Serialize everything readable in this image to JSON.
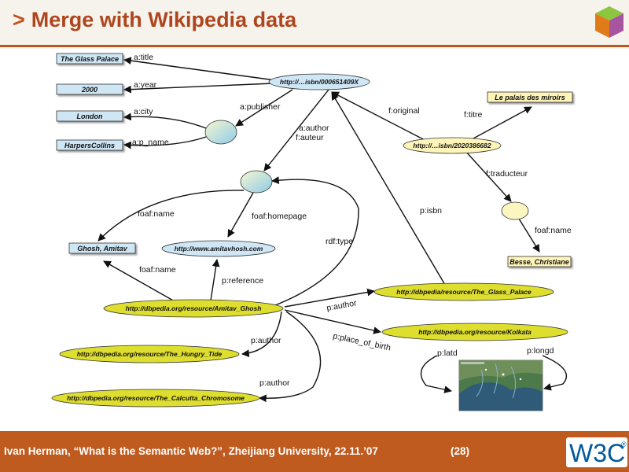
{
  "header": {
    "chevron": ">",
    "title": "Merge with Wikipedia data"
  },
  "footer": {
    "credit": "Ivan Herman, “What is the Semantic Web?”, Zheijiang University,  22.11.’07",
    "page": "(28)",
    "logo": "W3C",
    "logo_mark": "®"
  },
  "colors": {
    "accent": "#c05b1f",
    "literal_blue": "#cfe6f5",
    "literal_yellow": "#fff5b8",
    "resource_green": "#dede2e",
    "bnode": "#cfe8f4"
  },
  "nodes": {
    "glass_palace": "The Glass Palace",
    "year": "2000",
    "london": "London",
    "harpers": "HarpersCollins",
    "isbn_en": "http://…isbn/000651409X",
    "palais": "Le palais des miroirs",
    "isbn_fr": "http://…isbn/2020386682",
    "ghosh": "Ghosh, Amitav",
    "homepage": "http://www.amitavhosh.com",
    "besse": "Besse, Christiane",
    "db_ghosh": "http://dbpedia.org/resource/Amitav_Ghosh",
    "db_glass": "http://dbpedia/resource/The_Glass_Palace",
    "db_kolkata": "http://dbpedia.org/resource/Kolkata",
    "db_hungry": "http://dbpedia.org/resource/The_Hungry_Tide",
    "db_calcutta": "http://dbpedia.org/resource/The_Calcutta_Chromosome"
  },
  "edges": {
    "a_title": "a:title",
    "a_year": "a:year",
    "a_city": "a:city",
    "a_pname": "a:p_name",
    "a_publisher": "a:publisher",
    "a_author": "a:author",
    "f_auteur": "f:auteur",
    "f_original": "f:original",
    "f_titre": "f:titre",
    "f_traducteur": "f:traducteur",
    "foaf_name_1": "foaf:name",
    "foaf_homepage": "foaf:homepage",
    "foaf_name_2": "foaf:name",
    "foaf_name_3": "foaf:name",
    "rdf_type": "rdf:type",
    "p_isbn": "p:isbn",
    "p_reference": "p:reference",
    "p_author_1": "p:author",
    "p_author_2": "p:author",
    "p_author_3": "p:author",
    "p_place_of_birth": "p:place_of_birth",
    "p_latd": "p:latd",
    "p_longd": "p:longd"
  }
}
